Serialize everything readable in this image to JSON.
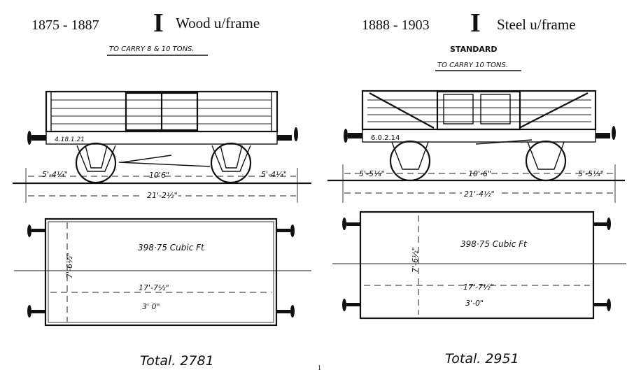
{
  "left": {
    "years": "1875 - 1887",
    "class_mark": "I",
    "frame": "Wood u/frame",
    "caption": "TO CARRY 8 & 10 TONS.",
    "wagon_number": "4.18.1.21",
    "dim_overhang_left": "5'-4¼\"",
    "dim_wheelbase": "10'6\"",
    "dim_overhang_right": "5'-4¼\"",
    "dim_overall": "21'-2½\"",
    "capacity": "398·75 Cubic Ft",
    "dim_width": "7'-6½\"",
    "dim_inner_length": "17'-7½\"",
    "dim_door": "3' 0\"",
    "total": "Total. 2781"
  },
  "right": {
    "years": "1888 - 1903",
    "class_mark": "I",
    "frame": "Steel u/frame",
    "heading": "STANDARD",
    "caption": "TO CARRY 10 TONS.",
    "wagon_number": "6.0.2.14",
    "dim_overhang_left": "5'-5¼\"",
    "dim_wheelbase": "10'-6\"",
    "dim_overhang_right": "5'-5¼\"",
    "dim_overall": "21'-4½\"",
    "capacity": "398·75 Cubic Ft",
    "dim_width": "7'-6½\"",
    "dim_inner_length": "17'-7½\"",
    "dim_door": "3'-0\"",
    "total": "Total. 2951"
  },
  "page_number": "1"
}
